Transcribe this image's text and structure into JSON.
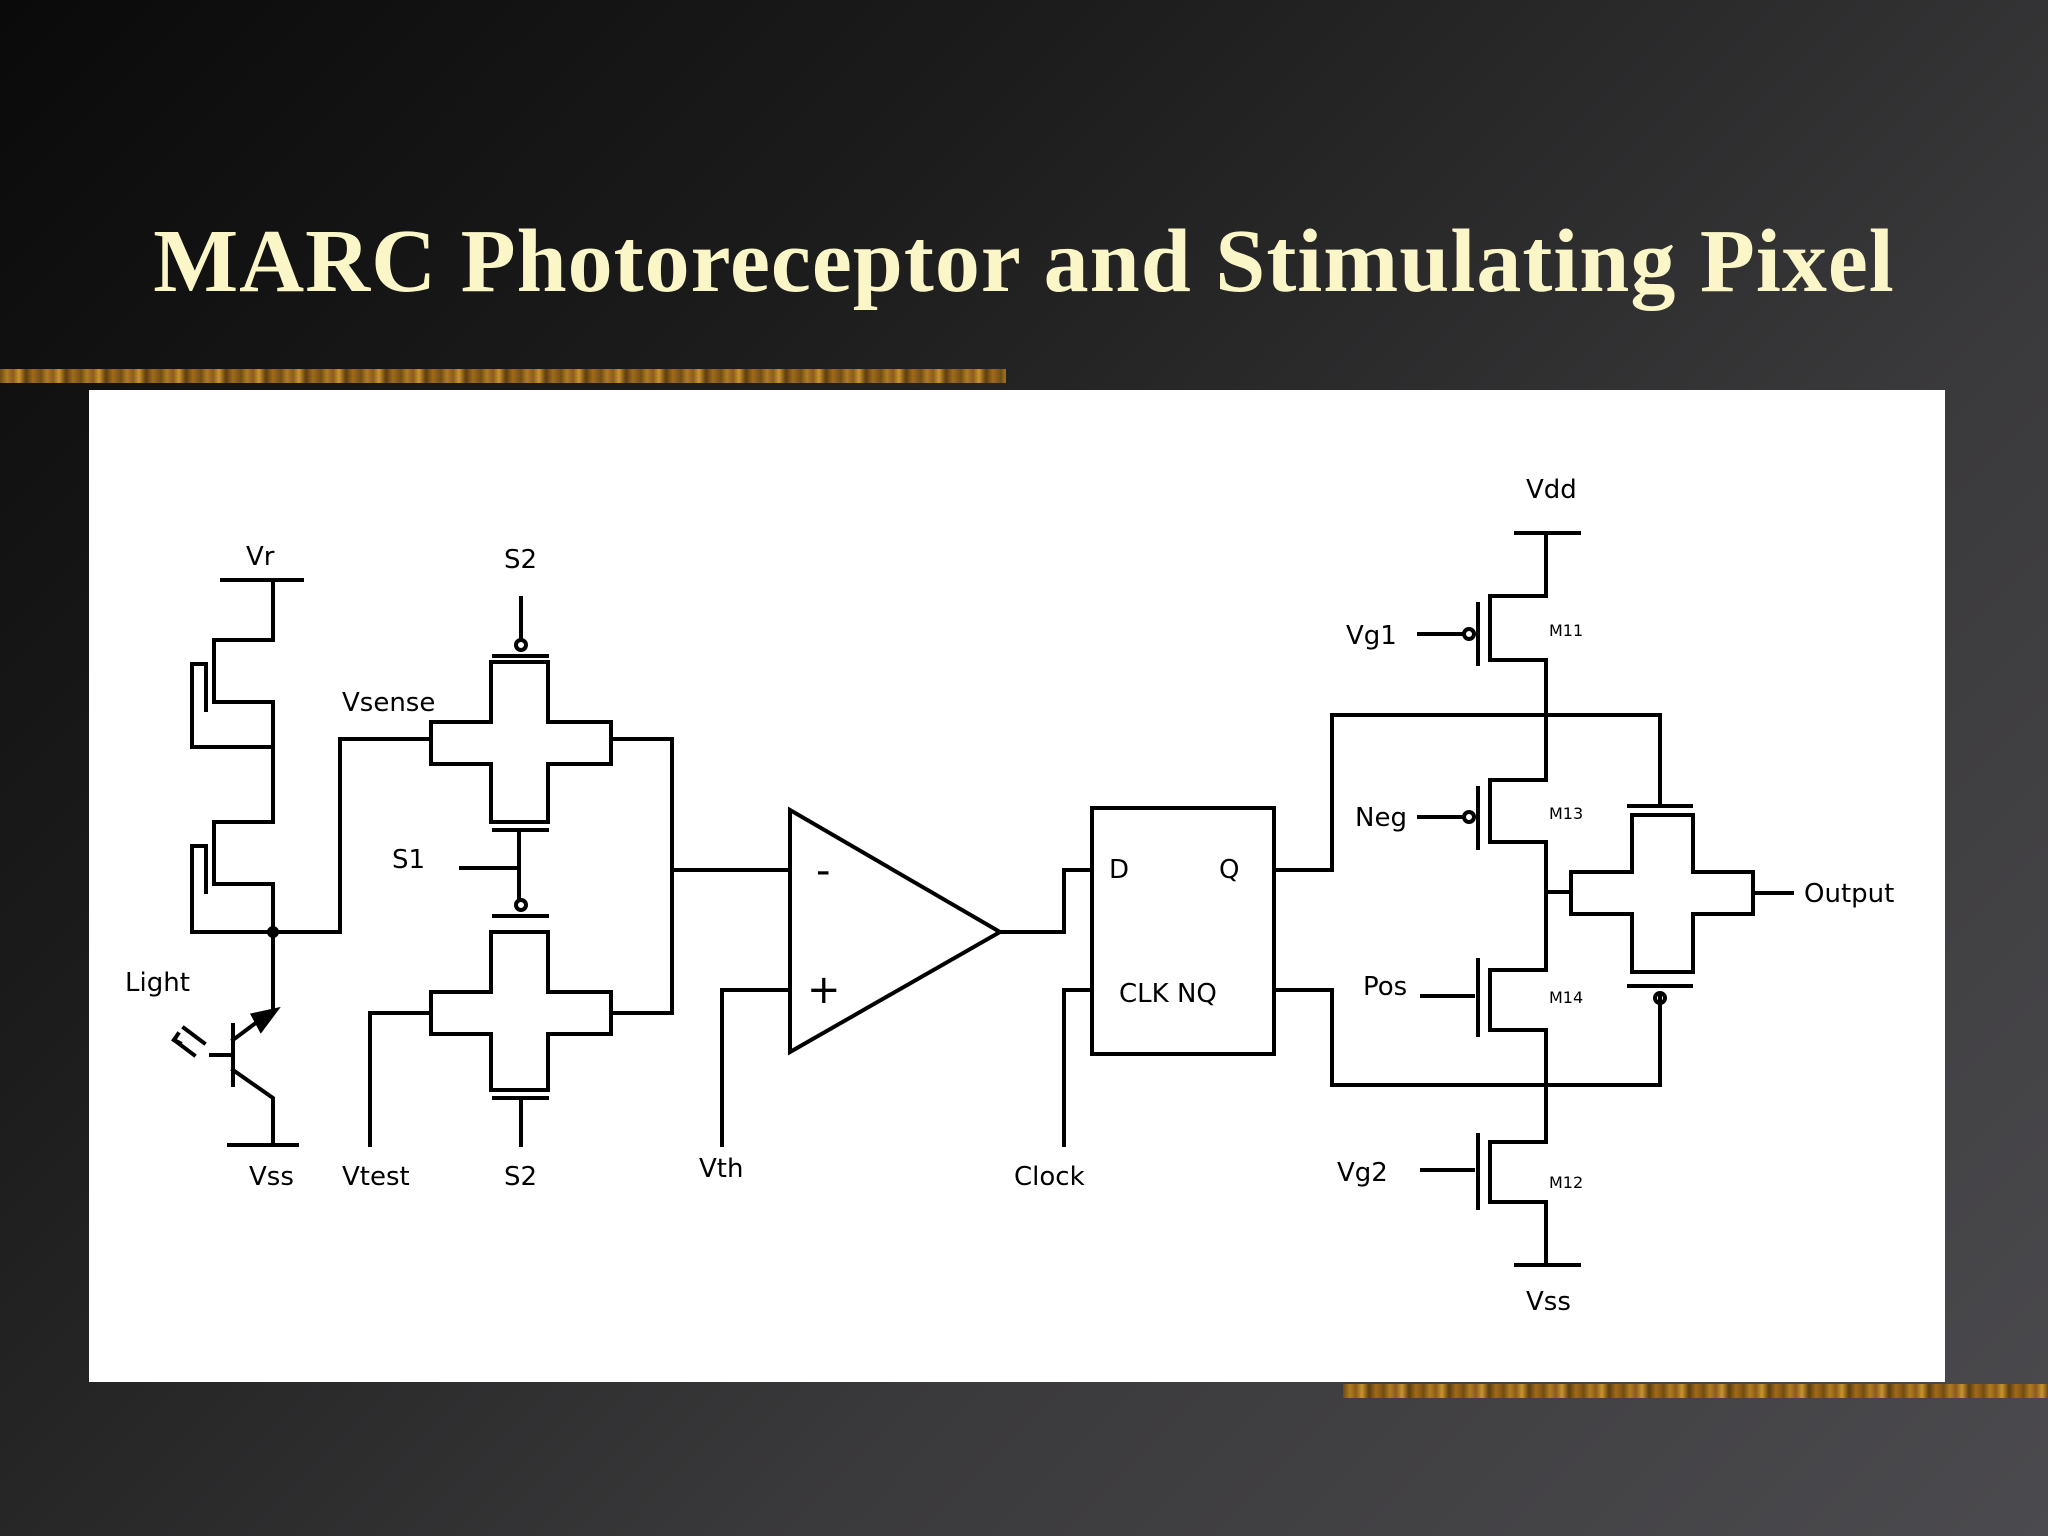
{
  "slide": {
    "title": "MARC Photoreceptor and Stimulating Pixel"
  },
  "colors": {
    "title": "#fbf6c8",
    "accent_bar": "#b07b25",
    "panel": "#ffffff"
  },
  "circuit": {
    "labels": {
      "vr": "Vr",
      "s2_top": "S2",
      "vsense": "Vsense",
      "s1": "S1",
      "light": "Light",
      "vss_left": "Vss",
      "vtest": "Vtest",
      "s2_bottom": "S2",
      "vth": "Vth",
      "minus": "-",
      "plus": "+",
      "d": "D",
      "q": "Q",
      "clk_nq": "CLK NQ",
      "clock": "Clock",
      "vdd": "Vdd",
      "vg1": "Vg1",
      "neg": "Neg",
      "pos": "Pos",
      "vg2": "Vg2",
      "vss_right": "Vss",
      "output": "Output",
      "m11": "M11",
      "m13": "M13",
      "m14": "M14",
      "m12": "M12"
    }
  }
}
